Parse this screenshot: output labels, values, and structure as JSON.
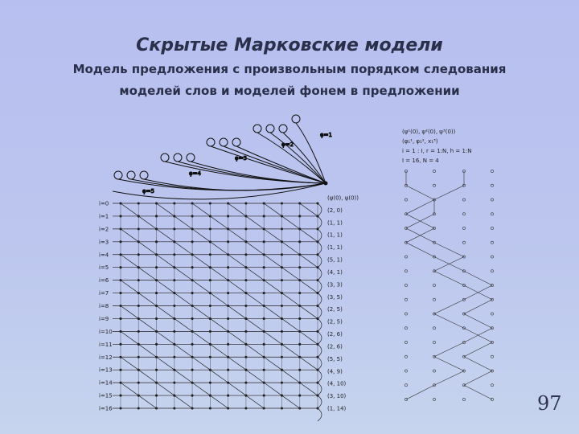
{
  "slide": {
    "title": "Скрытые Марковские модели",
    "subtitle_line1": "Модель предложения с произвольным порядком следования",
    "subtitle_line2": "моделей слов и моделей фонем в предложении",
    "page_number": "97"
  },
  "figure": {
    "grid_rows": [
      "i=0",
      "i=1",
      "i=2",
      "i=3",
      "i=4",
      "i=5",
      "i=6",
      "i=7",
      "i=8",
      "i=9",
      "i=10",
      "i=11",
      "i=12",
      "i=13",
      "i=14",
      "i=15",
      "i=16"
    ],
    "state_labels": [
      "(ψ(0), ψ(0))",
      "(2, 0)",
      "(1, 1)",
      "(1, 1)",
      "(1, 1)",
      "(5, 1)",
      "(4, 1)",
      "(3, 3)",
      "(3, 5)",
      "(2, 5)",
      "(2, 5)",
      "(2, 6)",
      "(2, 6)",
      "(5, 5)",
      "(4, 9)",
      "(4, 10)",
      "(3, 10)",
      "(1, 14)"
    ],
    "phi_labels": [
      "φ=1",
      "φ=2",
      "φ=3",
      "φ=4",
      "φ=5"
    ],
    "right_header": [
      "(ψ¹(0), ψ²(0), ψ³(0))",
      "(φ₁¹, φ₁², x₁³)",
      "i = 1 : I, r = 1:N, h = 1:N",
      "I = 16, N = 4"
    ]
  }
}
